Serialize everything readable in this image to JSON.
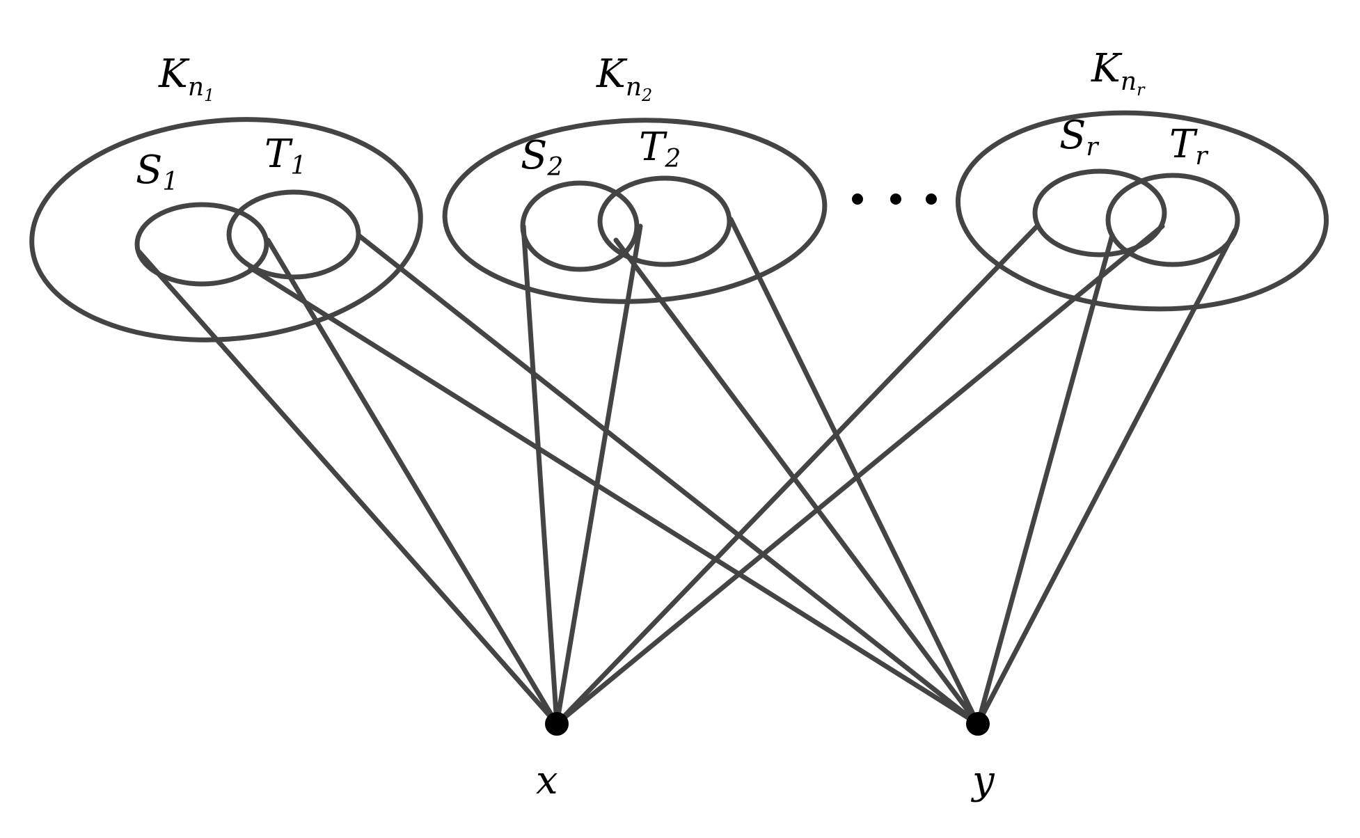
{
  "cliques": [
    {
      "name": "K",
      "subscript": "n",
      "subsub": "1",
      "left": {
        "name": "S",
        "subscript": "1"
      },
      "right": {
        "name": "T",
        "subscript": "1"
      }
    },
    {
      "name": "K",
      "subscript": "n",
      "subsub": "2",
      "left": {
        "name": "S",
        "subscript": "2"
      },
      "right": {
        "name": "T",
        "subscript": "2"
      }
    },
    {
      "name": "K",
      "subscript": "n",
      "subsub": "r",
      "left": {
        "name": "S",
        "subscript": "r"
      },
      "right": {
        "name": "T",
        "subscript": "r"
      }
    }
  ],
  "vertices": [
    {
      "label": "x"
    },
    {
      "label": "y"
    }
  ]
}
